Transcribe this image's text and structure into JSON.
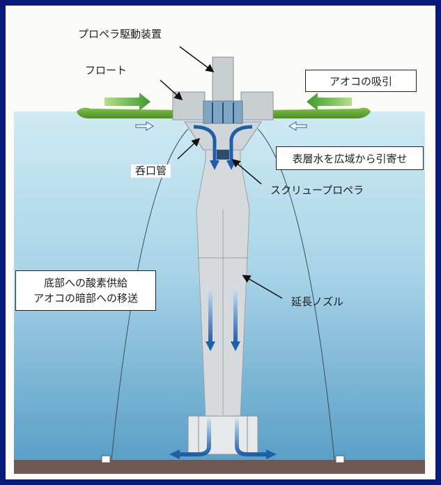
{
  "labels": {
    "drive_unit": "プロペラ駆動装置",
    "float": "フロート",
    "intake": "呑口管",
    "screw": "スクリュープロペラ",
    "nozzle": "延長ノズル"
  },
  "callouts": {
    "algae_suction": "アオコの吸引",
    "surface_water": "表層水を広域から引寄せ",
    "oxygen_line1": "底部への酸素供給",
    "oxygen_line2": "アオコの暗部への移送"
  },
  "colors": {
    "frame_border": "#0a1a7a",
    "water_top": "#bfe4ef",
    "water_bottom": "#5ea6cc",
    "algae": "#5aa02c",
    "flow_arrow": "#1f5fa8",
    "seabed": "#6e5a52"
  }
}
